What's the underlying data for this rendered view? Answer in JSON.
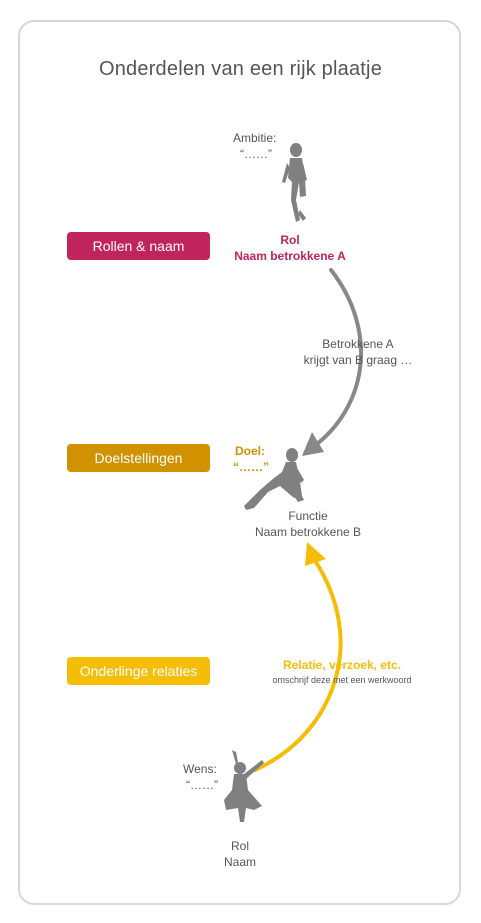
{
  "title": "Onderdelen  van een rijk plaatje",
  "colors": {
    "roles": "#c0245c",
    "goals": "#d09200",
    "relations": "#f5bd06",
    "arrow_gray": "#888888",
    "text": "#555555",
    "silhouette": "#808080"
  },
  "labels": {
    "roles": "Rollen & naam",
    "goals": "Doelstellingen",
    "relations": "Onderlinge relaties"
  },
  "person_a": {
    "ambition_label": "Ambitie:",
    "ambition_value": "“……”",
    "role": "Rol",
    "name": "Naam betrokkene A"
  },
  "arrow_a_to_b": {
    "line1": "Betrokkene A",
    "line2": "krijgt van B graag …"
  },
  "person_b": {
    "goal_label": "Doel:",
    "goal_value": "“……”",
    "function": "Functie",
    "name": "Naam betrokkene B"
  },
  "relation_arrow": {
    "title": "Relatie, verzoek, etc.",
    "subtitle": "omschrijf deze met een werkwoord"
  },
  "person_c": {
    "wish_label": "Wens:",
    "wish_value": "“……”",
    "role": "Rol",
    "name": "Naam"
  }
}
